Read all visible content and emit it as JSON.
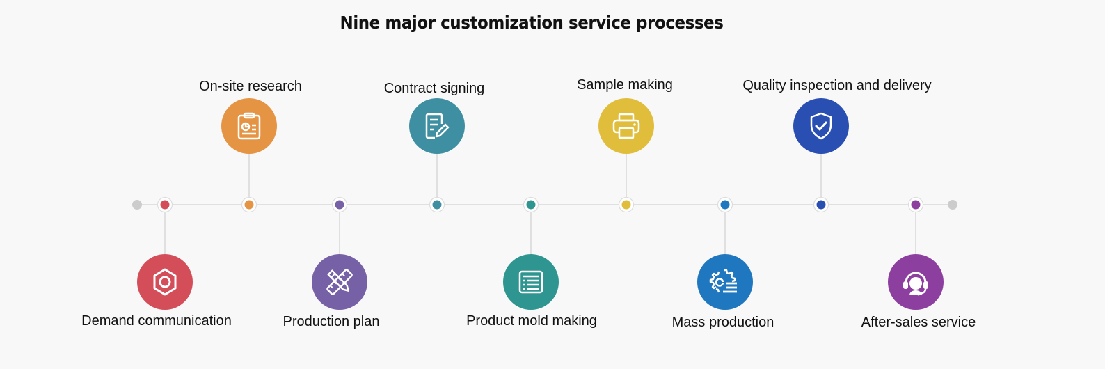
{
  "title": "Nine major customization service processes",
  "steps": [
    {
      "label": "Demand communication",
      "position": "below",
      "color": "#d44e5a",
      "icon": "hexagon-nut-icon"
    },
    {
      "label": "On-site research",
      "position": "above",
      "color": "#e59444",
      "icon": "clipboard-chart-icon"
    },
    {
      "label": "Production plan",
      "position": "below",
      "color": "#7661a6",
      "icon": "pencil-ruler-icon"
    },
    {
      "label": "Contract signing",
      "position": "above",
      "color": "#3e8fa1",
      "icon": "document-edit-icon"
    },
    {
      "label": "Product mold making",
      "position": "below",
      "color": "#2e9590",
      "icon": "list-document-icon"
    },
    {
      "label": "Sample making",
      "position": "above",
      "color": "#e0bd3a",
      "icon": "printer-icon"
    },
    {
      "label": "Mass production",
      "position": "below",
      "color": "#1f77c0",
      "icon": "gear-lines-icon"
    },
    {
      "label": "Quality inspection and delivery",
      "position": "above",
      "color": "#2a4fb3",
      "icon": "shield-check-icon"
    },
    {
      "label": "After-sales service",
      "position": "below",
      "color": "#8d3fa0",
      "icon": "headset-agent-icon"
    }
  ],
  "endpoint_color": "#cccccc",
  "line_color": "#d8d8d8"
}
